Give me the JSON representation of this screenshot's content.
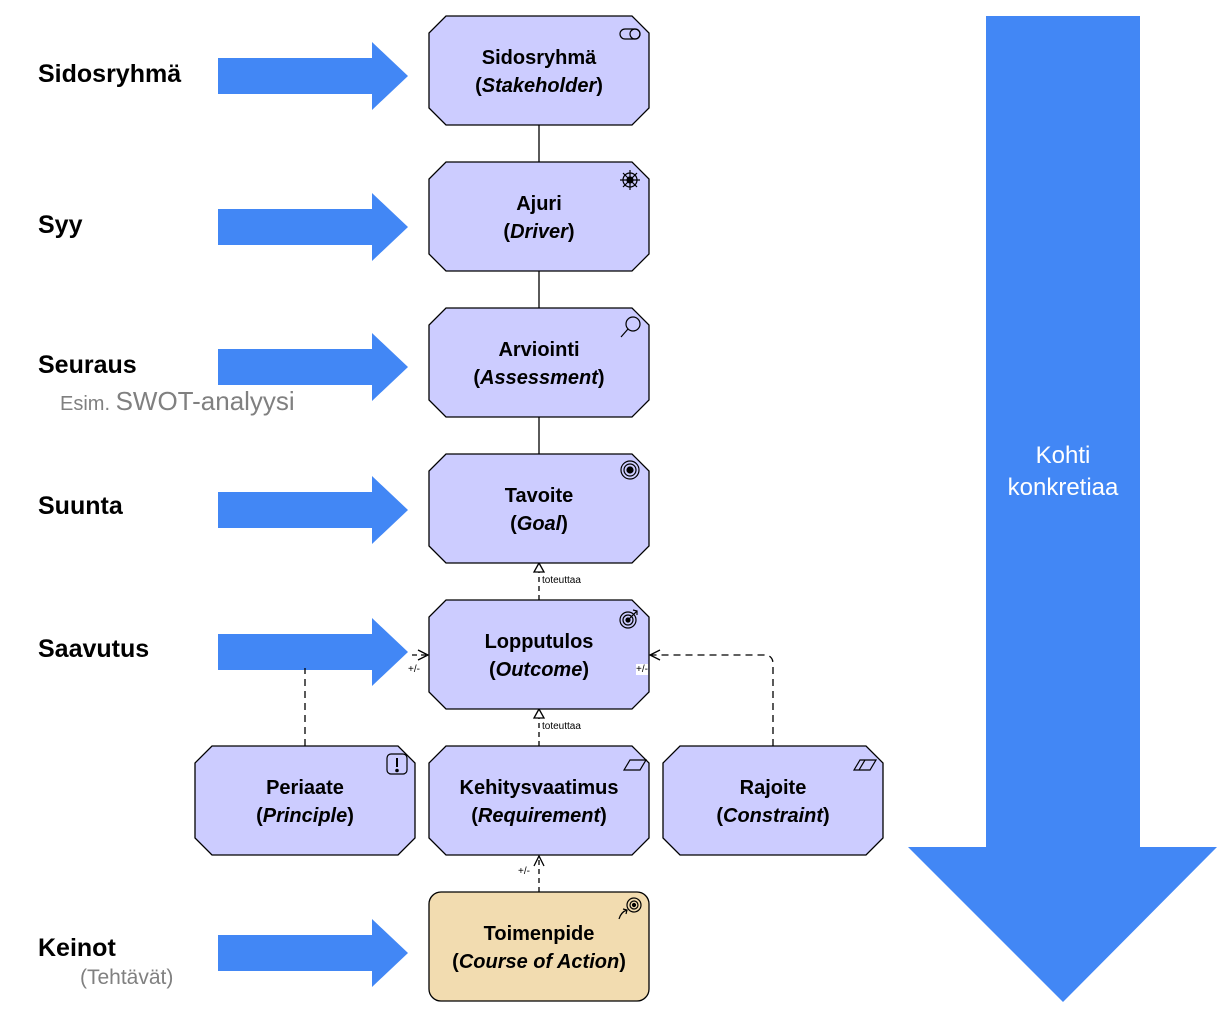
{
  "colors": {
    "motivation_fill": "#ccccff",
    "course_of_action_fill": "#f2dcb0",
    "arrow_blue": "#4287f5",
    "stroke": "#000000",
    "sub_label": "#808080"
  },
  "row_labels": [
    {
      "label": "Sidosryhmä"
    },
    {
      "label": "Syy"
    },
    {
      "label": "Seuraus",
      "sub_prefix": "Esim.",
      "sub": "SWOT-analyysi"
    },
    {
      "label": "Suunta"
    },
    {
      "label": "Saavutus"
    },
    {
      "label": "Keinot",
      "sub": "(Tehtävät)"
    }
  ],
  "nodes": {
    "stakeholder": {
      "fi": "Sidosryhmä",
      "en": "Stakeholder",
      "icon": "stakeholder-icon"
    },
    "driver": {
      "fi": "Ajuri",
      "en": "Driver",
      "icon": "driver-icon"
    },
    "assessment": {
      "fi": "Arviointi",
      "en": "Assessment",
      "icon": "assessment-icon"
    },
    "goal": {
      "fi": "Tavoite",
      "en": "Goal",
      "icon": "goal-icon"
    },
    "outcome": {
      "fi": "Lopputulos",
      "en": "Outcome",
      "icon": "outcome-icon"
    },
    "principle": {
      "fi": "Periaate",
      "en": "Principle",
      "icon": "principle-icon"
    },
    "requirement": {
      "fi": "Kehitysvaatimus",
      "en": "Requirement",
      "icon": "requirement-icon"
    },
    "constraint": {
      "fi": "Rajoite",
      "en": "Constraint",
      "icon": "constraint-icon"
    },
    "course_of_action": {
      "fi": "Toimenpide",
      "en": "Course of Action",
      "icon": "course-of-action-icon"
    }
  },
  "relations": {
    "realizes_label": "toteuttaa",
    "influence_label": "+/-"
  },
  "direction_arrow": {
    "line1": "Kohti",
    "line2": "konkretiaa"
  }
}
